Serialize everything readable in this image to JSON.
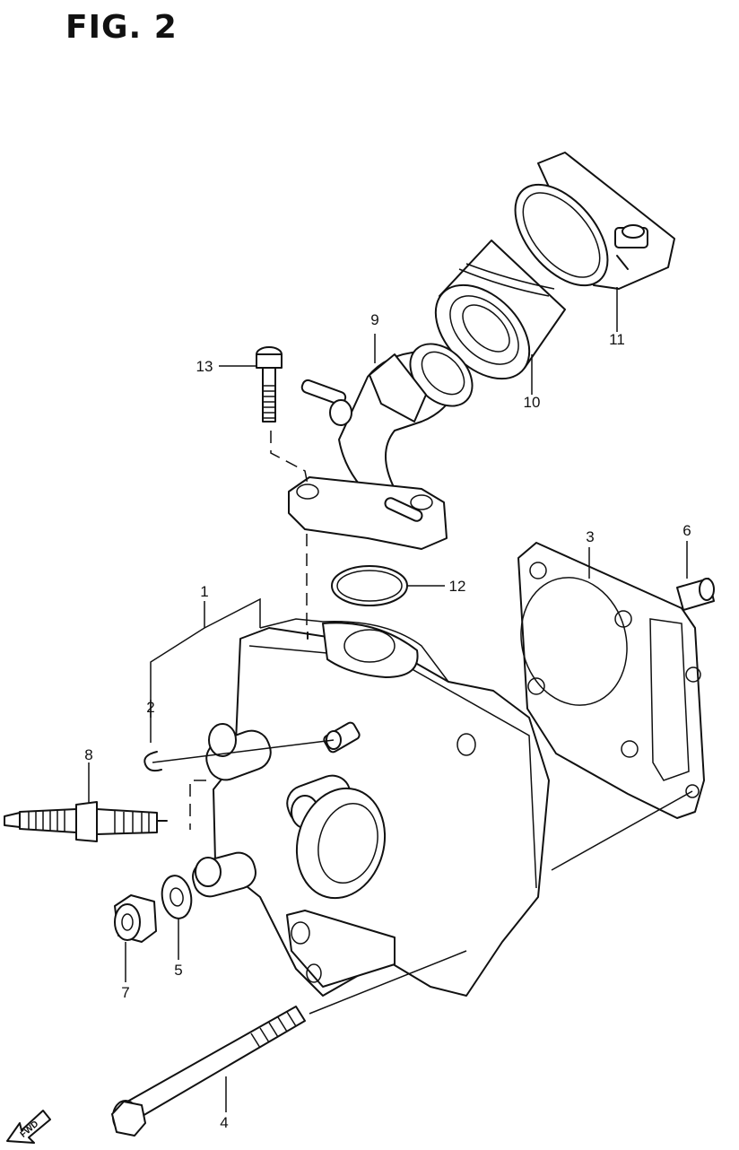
{
  "figure": {
    "title": "FIG. 2"
  },
  "callouts": [
    "1",
    "2",
    "3",
    "4",
    "5",
    "6",
    "7",
    "8",
    "9",
    "10",
    "11",
    "12",
    "13"
  ],
  "fwd_label": "FWD"
}
